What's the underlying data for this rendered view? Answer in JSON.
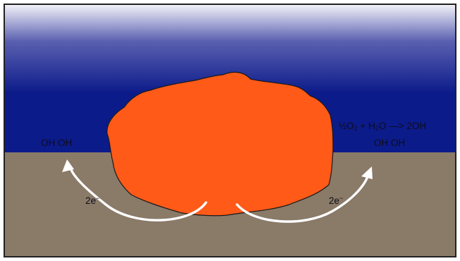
{
  "diagram": {
    "colors": {
      "sky_top": "#f4f4fa",
      "sky_mid": "#5a60b0",
      "water_deep": "#0c1b8a",
      "ground": "#8a7a68",
      "blob": "#ff5a18",
      "blob_outline": "#1a1a1a",
      "arrow": "#ffffff",
      "border": "#222222"
    },
    "labels": {
      "oh_left": "OH  OH",
      "oh_right": "OH  OH",
      "electrons_left": "2e",
      "electrons_right": "2e",
      "electron_charge": "−",
      "reaction": {
        "half_prefix": "½O",
        "o2_subscript": "2",
        "plus": " + H",
        "h2o_subscript": "2",
        "rest": "O —> 2OH"
      }
    }
  }
}
